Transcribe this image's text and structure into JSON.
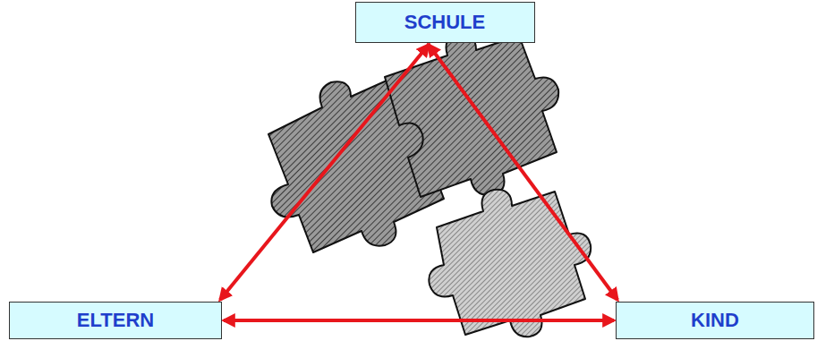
{
  "diagram": {
    "nodes": [
      {
        "text": [
          "SCHULE"
        ]
      },
      {
        "text": [
          "ELTERN"
        ]
      },
      {
        "text": [
          "KIND"
        ]
      }
    ],
    "edges": [
      {
        "from": 0,
        "to": 1,
        "arrow": "both"
      },
      {
        "from": 0,
        "to": 2,
        "arrow": "both"
      },
      {
        "from": 1,
        "to": 2,
        "arrow": "both"
      }
    ]
  }
}
